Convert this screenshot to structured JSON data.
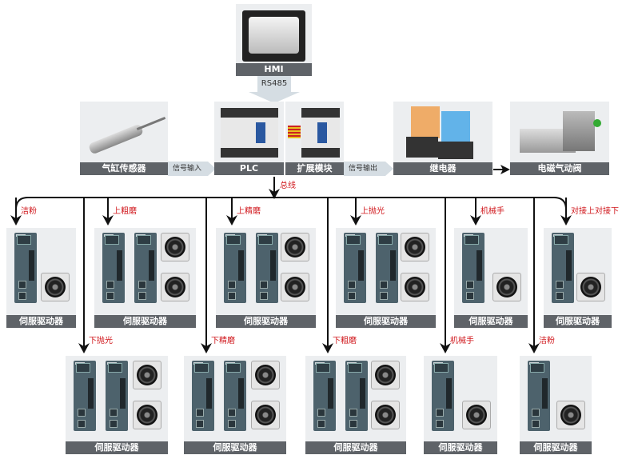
{
  "hmi": {
    "label": "HMI",
    "link": "RS485"
  },
  "sensor": {
    "label": "气缸传感器"
  },
  "signal_in": "信号输入",
  "plc": {
    "label": "PLC"
  },
  "expansion": {
    "label": "扩展模块"
  },
  "signal_out": "信号输出",
  "relay": {
    "label": "继电器"
  },
  "valve": {
    "label": "电磁气动阀"
  },
  "bus_label": "总线",
  "colors": {
    "bar": "#5f6368",
    "label_red": "#d0161b",
    "panel": "#eceef0",
    "arrow_block": "#d5dde3"
  },
  "top_row": [
    {
      "drop": "洁粉",
      "label": "伺服驱动器",
      "axes": 1
    },
    {
      "drop": "上粗磨",
      "label": "伺服驱动器",
      "axes": 2
    },
    {
      "drop": "上精磨",
      "label": "伺服驱动器",
      "axes": 2
    },
    {
      "drop": "上抛光",
      "label": "伺服驱动器",
      "axes": 2
    },
    {
      "drop": "机械手",
      "label": "伺服驱动器",
      "axes": 1
    },
    {
      "drop": "对接上对接下",
      "label": "伺服驱动器",
      "axes": 1
    }
  ],
  "bottom_row": [
    {
      "drop": "下抛光",
      "label": "伺服驱动器",
      "axes": 2
    },
    {
      "drop": "下精磨",
      "label": "伺服驱动器",
      "axes": 2
    },
    {
      "drop": "下粗磨",
      "label": "伺服驱动器",
      "axes": 2
    },
    {
      "drop": "机械手",
      "label": "伺服驱动器",
      "axes": 1
    },
    {
      "drop": "洁粉",
      "label": "伺服驱动器",
      "axes": 1
    }
  ]
}
